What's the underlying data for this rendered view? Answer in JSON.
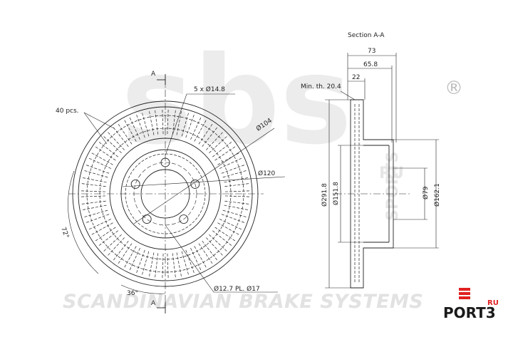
{
  "watermark": {
    "company": "SCANDINAVIAN BRAKE SYSTEMS",
    "logo_letters": "sbs",
    "side_text": "SPORTS",
    "side_ru": "RU",
    "registered_mark": "®"
  },
  "brand_badge": {
    "name": "PORT3",
    "suffix": "RU"
  },
  "front_view": {
    "section_marker": "A",
    "bolt_holes": "5 x Ø14.8",
    "vent_count": "40 pcs.",
    "pcd": "Ø104",
    "bore": "Ø120",
    "pilot": "Ø12.7 PL. Ø17",
    "angle_36": "36°",
    "angle_72": "72°"
  },
  "section_view": {
    "title": "Section A-A",
    "min_thickness": "Min. th. 20.4",
    "width_total": "73",
    "width_hat": "65.8",
    "thickness": "22",
    "diameter_outer": "Ø291.8",
    "diameter_inner": "Ø151.8",
    "diameter_hat": "Ø162.1",
    "diameter_center": "Ø79"
  }
}
